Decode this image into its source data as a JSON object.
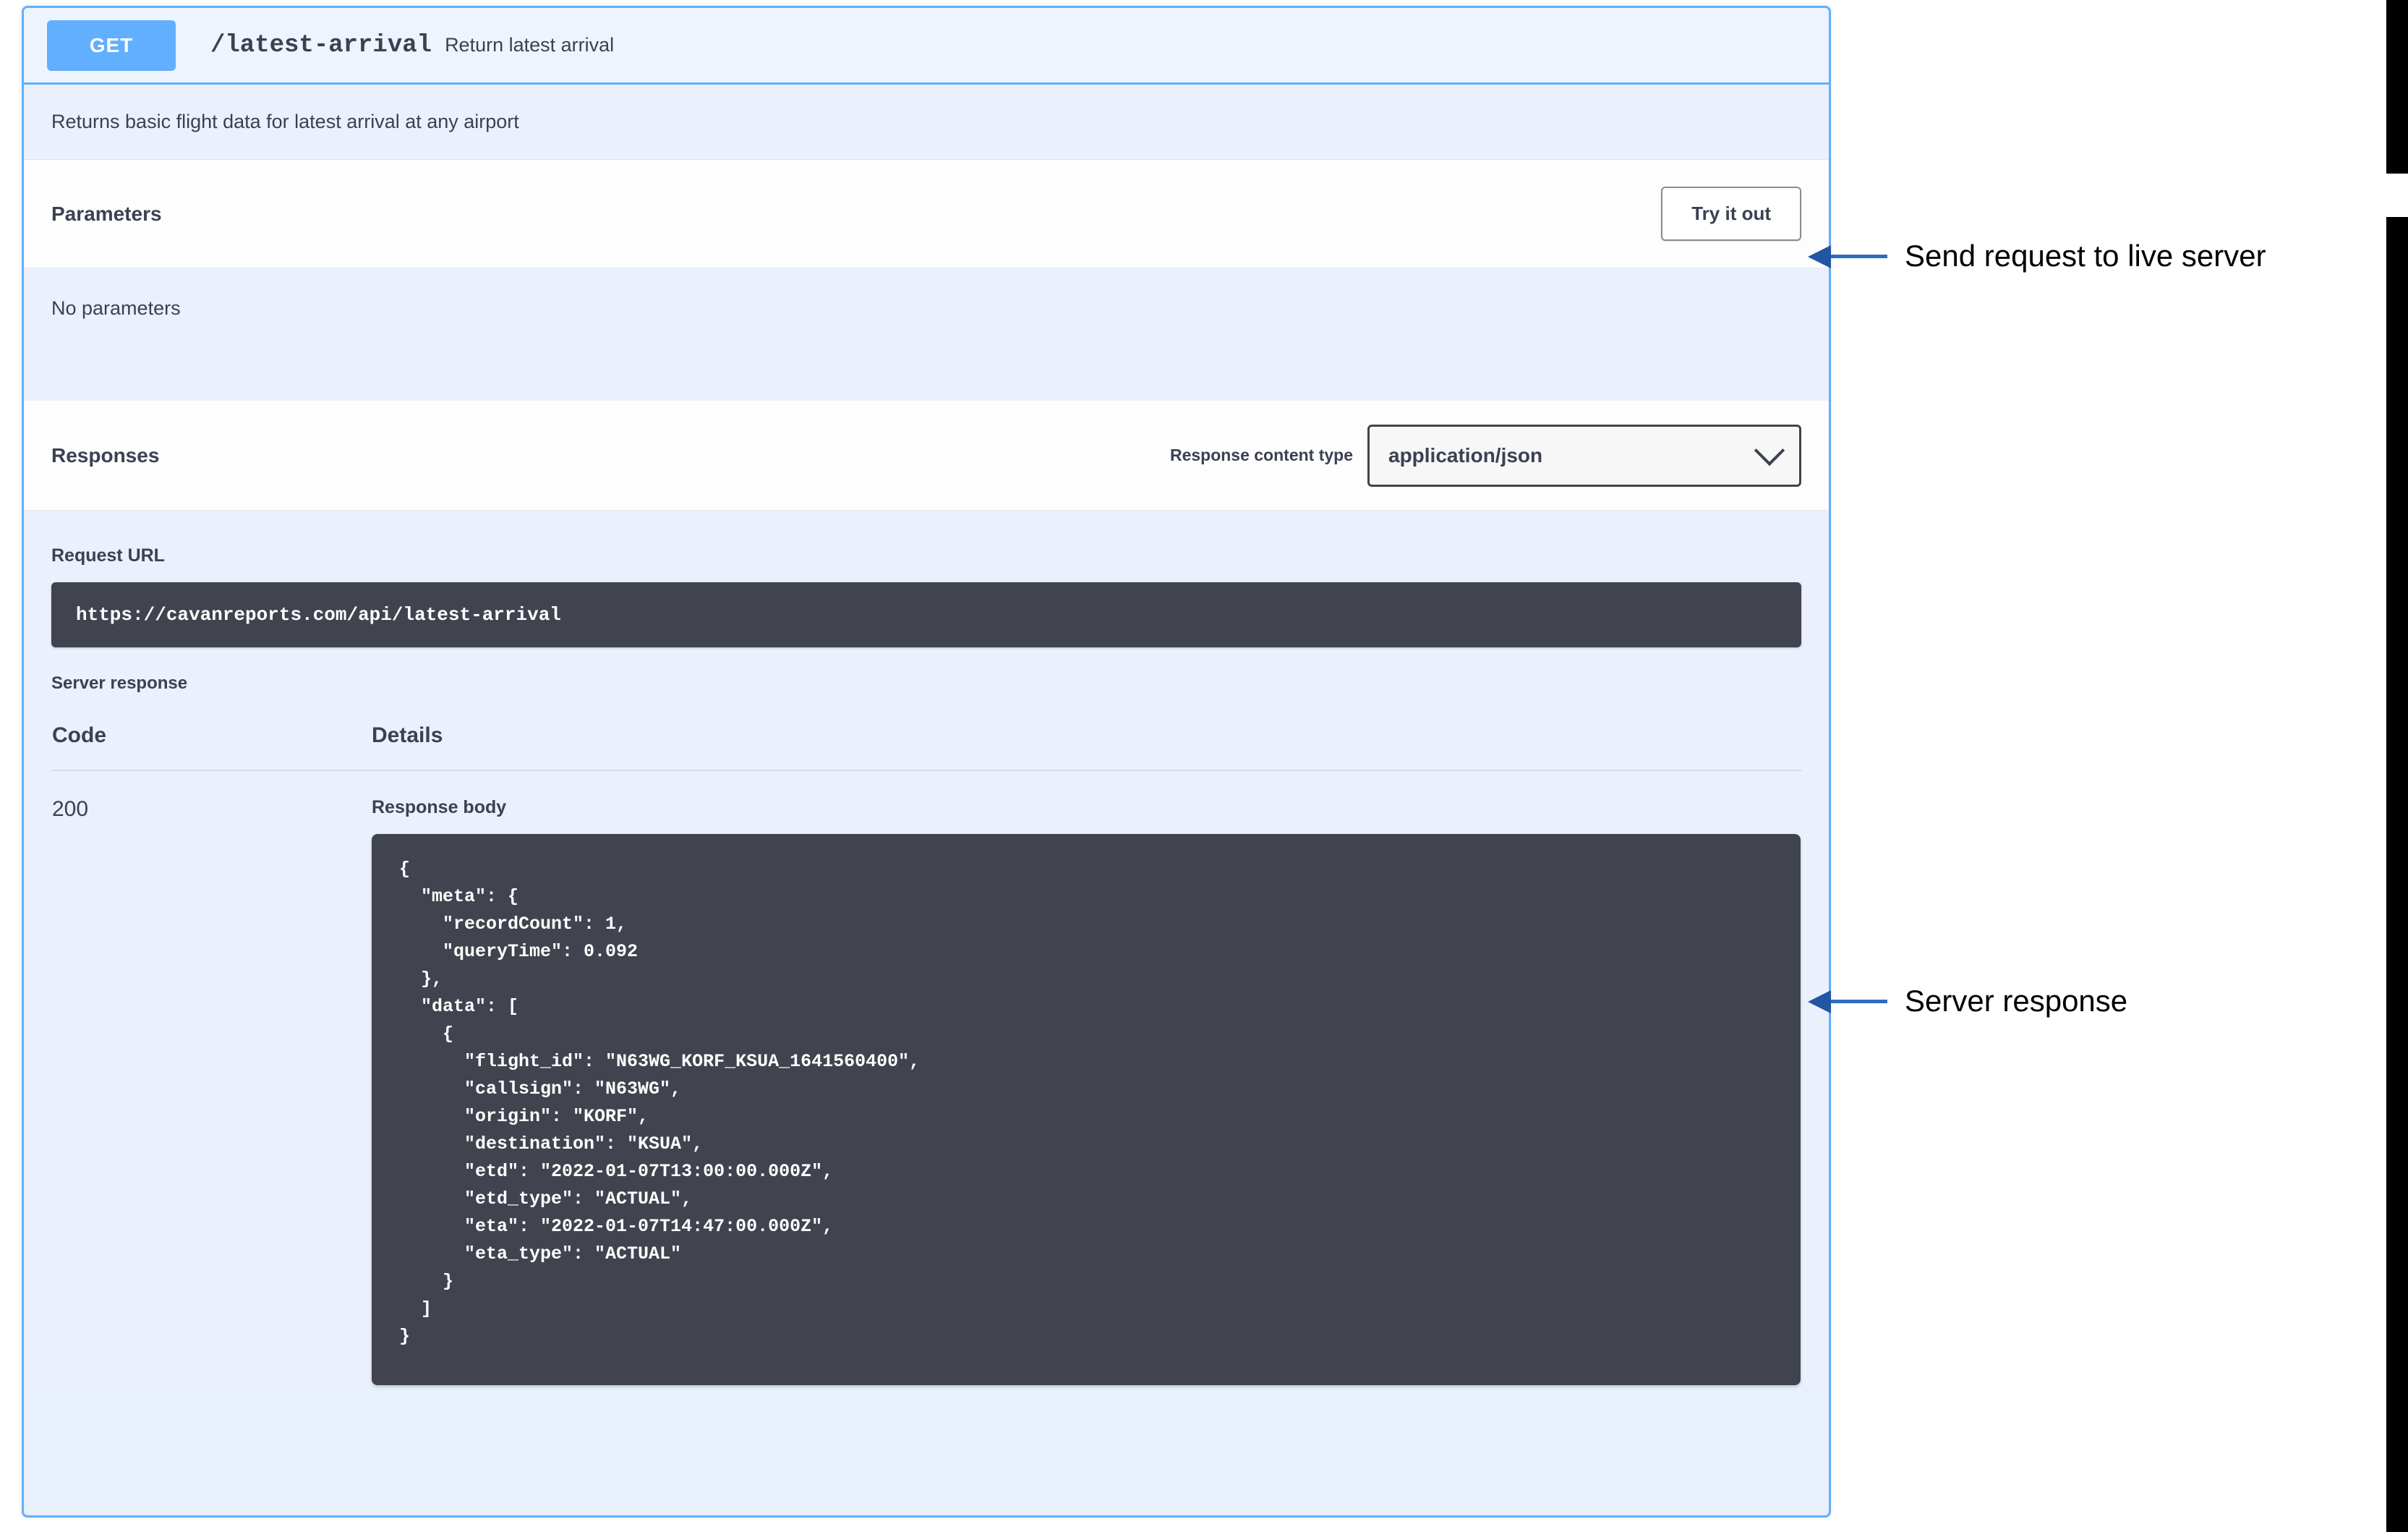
{
  "operation": {
    "method": "GET",
    "path": "/latest-arrival",
    "summary": "Return latest arrival",
    "description": "Returns basic flight data for latest arrival at any airport"
  },
  "parameters": {
    "title": "Parameters",
    "try_it_out_label": "Try it out",
    "empty_text": "No parameters"
  },
  "responses": {
    "title": "Responses",
    "content_type_label": "Response content type",
    "content_type_value": "application/json",
    "request_url_label": "Request URL",
    "request_url": "https://cavanreports.com/api/latest-arrival",
    "server_response_label": "Server response",
    "columns": {
      "code": "Code",
      "details": "Details"
    },
    "rows": [
      {
        "code": "200",
        "details_label": "Response body",
        "response_body": "{\n  \"meta\": {\n    \"recordCount\": 1,\n    \"queryTime\": 0.092\n  },\n  \"data\": [\n    {\n      \"flight_id\": \"N63WG_KORF_KSUA_1641560400\",\n      \"callsign\": \"N63WG\",\n      \"origin\": \"KORF\",\n      \"destination\": \"KSUA\",\n      \"etd\": \"2022-01-07T13:00:00.000Z\",\n      \"etd_type\": \"ACTUAL\",\n      \"eta\": \"2022-01-07T14:47:00.000Z\",\n      \"eta_type\": \"ACTUAL\"\n    }\n  ]\n}"
      }
    ]
  },
  "annotations": [
    {
      "text": "Send request to live server"
    },
    {
      "text": "Server response"
    }
  ],
  "colors": {
    "get_badge": "#61affe",
    "panel_border": "#61affe",
    "panel_bg": "#e8f0fb",
    "code_bg": "#41444e",
    "annotation_arrow": "#2255a4"
  }
}
